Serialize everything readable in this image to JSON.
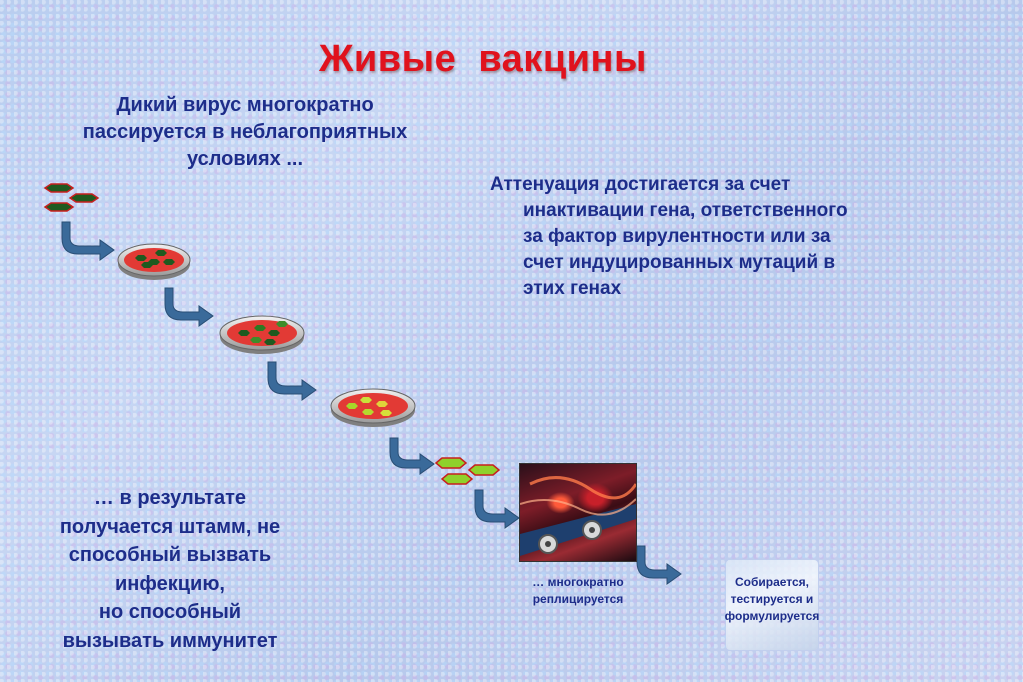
{
  "title": "Живые  вакцины",
  "intro": {
    "line1": "Дикий вирус многократно",
    "line2": "пассируется в неблагоприятных",
    "line3": "условиях ..."
  },
  "attenuation": {
    "line1": "Аттенуация достигается за счет",
    "line2": "инактивации гена, ответственного",
    "line3": "за фактор вирулентности или за",
    "line4": "счет индуцированных мутаций в",
    "line5": "этих генах"
  },
  "result": {
    "line1": "… в результате",
    "line2": "получается штамм, не",
    "line3": "способный вызвать",
    "line4": "инфекцию,",
    "line5": "но способный",
    "line6": "вызывать иммунитет"
  },
  "replicates_caption": {
    "line1": "…  многократно",
    "line2": "реплицируется"
  },
  "final_caption": {
    "line1": "Собирается,",
    "line2": "тестируется и",
    "line3": "формулируется"
  },
  "colors": {
    "title": "#e0121d",
    "text": "#1d2d8a",
    "arrow": "#3a6a9a",
    "dish_agar": "#e23a35",
    "virus_wild": "#1f5a1f",
    "virus_attenuated": "#8fd12b"
  }
}
